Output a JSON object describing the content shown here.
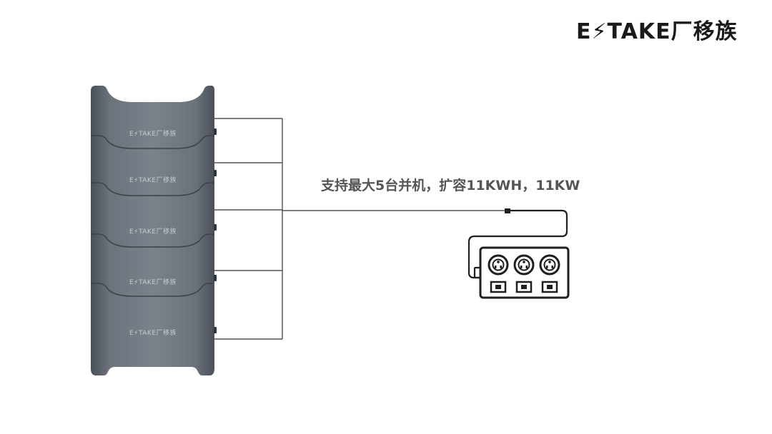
{
  "brand": {
    "logo_text": "E⚡TAKE厂移族"
  },
  "units": [
    {
      "label": "E⚡TAKE厂移族"
    },
    {
      "label": "E⚡TAKE厂移族"
    },
    {
      "label": "E⚡TAKE厂移族"
    },
    {
      "label": "E⚡TAKE厂移族"
    },
    {
      "label": "E⚡TAKE厂移族"
    }
  ],
  "caption": "支持最大5台并机，扩容11KWH，11KW",
  "power_strip": {
    "outlet_count": 3
  }
}
